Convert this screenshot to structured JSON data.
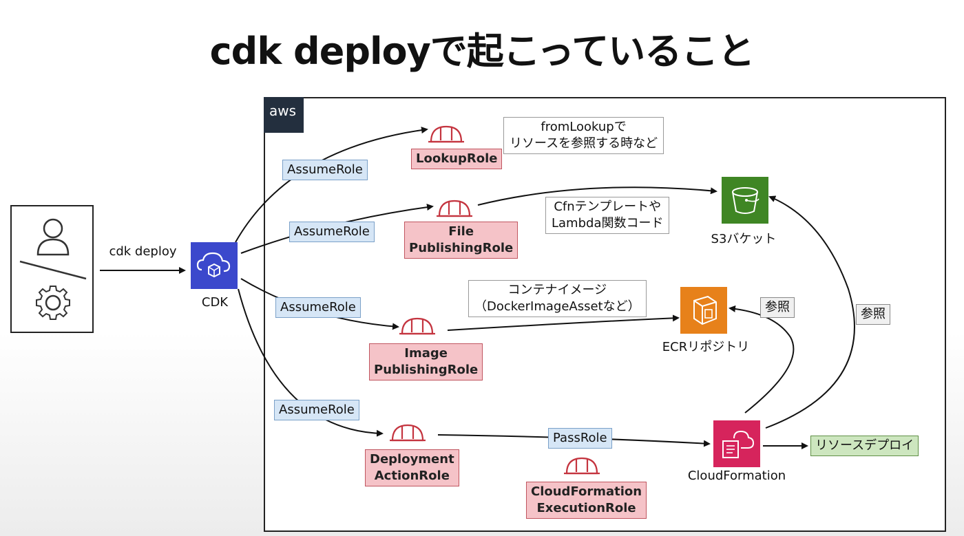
{
  "title": "cdk deployで起こっていること",
  "aws_logo": "aws",
  "actor_labels": {
    "cdk_deploy": "cdk deploy",
    "cdk": "CDK"
  },
  "assume_role_label": "AssumeRole",
  "roles": {
    "lookup": "LookupRole",
    "file_line1": "File",
    "file_line2": "PublishingRole",
    "image_line1": "Image",
    "image_line2": "PublishingRole",
    "deployment_line1": "Deployment",
    "deployment_line2": "ActionRole",
    "cfn_exec_line1": "CloudFormation",
    "cfn_exec_line2": "ExecutionRole"
  },
  "notes": {
    "lookup_line1": "fromLookupで",
    "lookup_line2": "リソースを参照する時など",
    "file_line1": "Cfnテンプレートや",
    "file_line2": "Lambda関数コード",
    "image_line1": "コンテナイメージ",
    "image_line2": "（DockerImageAssetなど）"
  },
  "services": {
    "s3": "S3バケット",
    "ecr": "ECRリポジトリ",
    "cloudformation": "CloudFormation"
  },
  "pass_role": "PassRole",
  "reference_label": "参照",
  "resource_deploy": "リソースデプロイ",
  "colors": {
    "cdk": "#3b48cc",
    "s3": "#3f8624",
    "ecr": "#e7811a",
    "cloudformation": "#d6245c",
    "role_fill": "#f5c3c8",
    "assume_fill": "#d6e6f6",
    "deploy_fill": "#cde6bf"
  }
}
